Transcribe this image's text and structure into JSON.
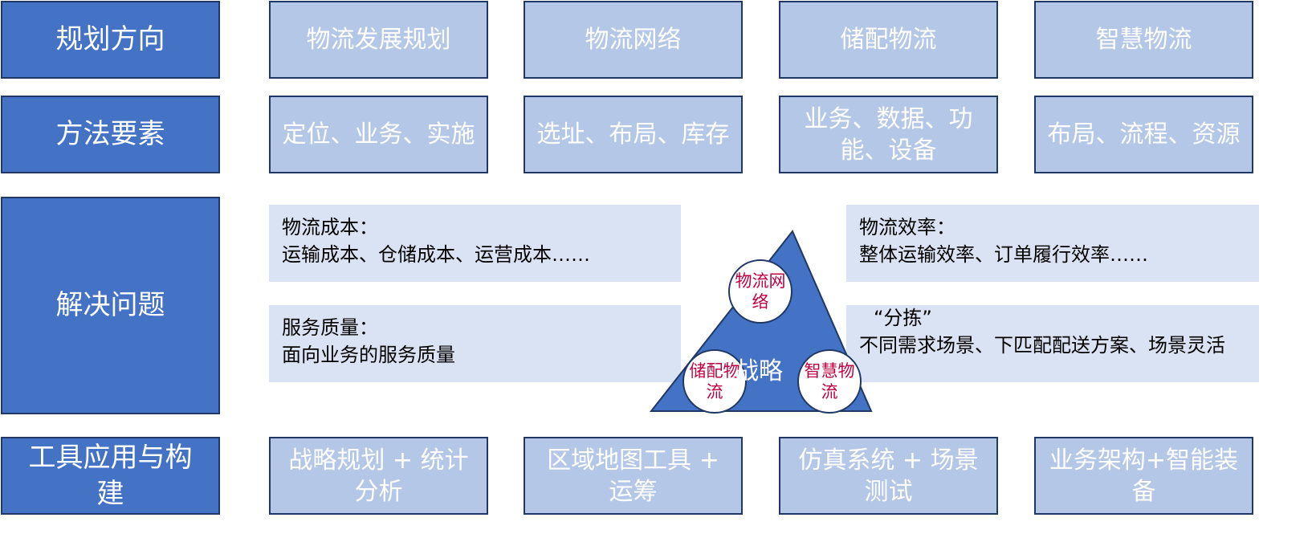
{
  "rows": [
    {
      "label": "规划方向",
      "cells": [
        "物流发展规划",
        "物流网络",
        "储配物流",
        "智慧物流"
      ]
    },
    {
      "label": "方法要素",
      "cells": [
        "定位、业务、实施",
        "选址、布局、库存",
        "业务、数据、功能、设备",
        "布局、流程、资源"
      ]
    },
    {
      "label": "解决问题"
    },
    {
      "label": "工具应用与构建",
      "cells": [
        "战略规划 + 统计分析",
        "区域地图工具 + 运筹",
        "仿真系统 + 场景测试",
        "业务架构+智能装备"
      ]
    }
  ],
  "problems": {
    "cost": {
      "title": "物流成本：",
      "text": "运输成本、仓储成本、运营成本……"
    },
    "quality": {
      "title": "服务质量：",
      "text": "面向业务的服务质量"
    },
    "efficiency": {
      "title": "物流效率：",
      "text": "整体运输效率、订单履行效率……"
    },
    "sorting": {
      "title": "“分拣”",
      "text": "不同需求场景、下匹配配送方案、场景灵活"
    }
  },
  "triangle": {
    "center": "战略",
    "top": "物流网络",
    "left": "储配物流",
    "right": "智慧物流"
  },
  "colors": {
    "dark": "#4472C4",
    "light": "#B4C7E7",
    "panel": "#DAE3F3",
    "accent": "#C00040"
  }
}
